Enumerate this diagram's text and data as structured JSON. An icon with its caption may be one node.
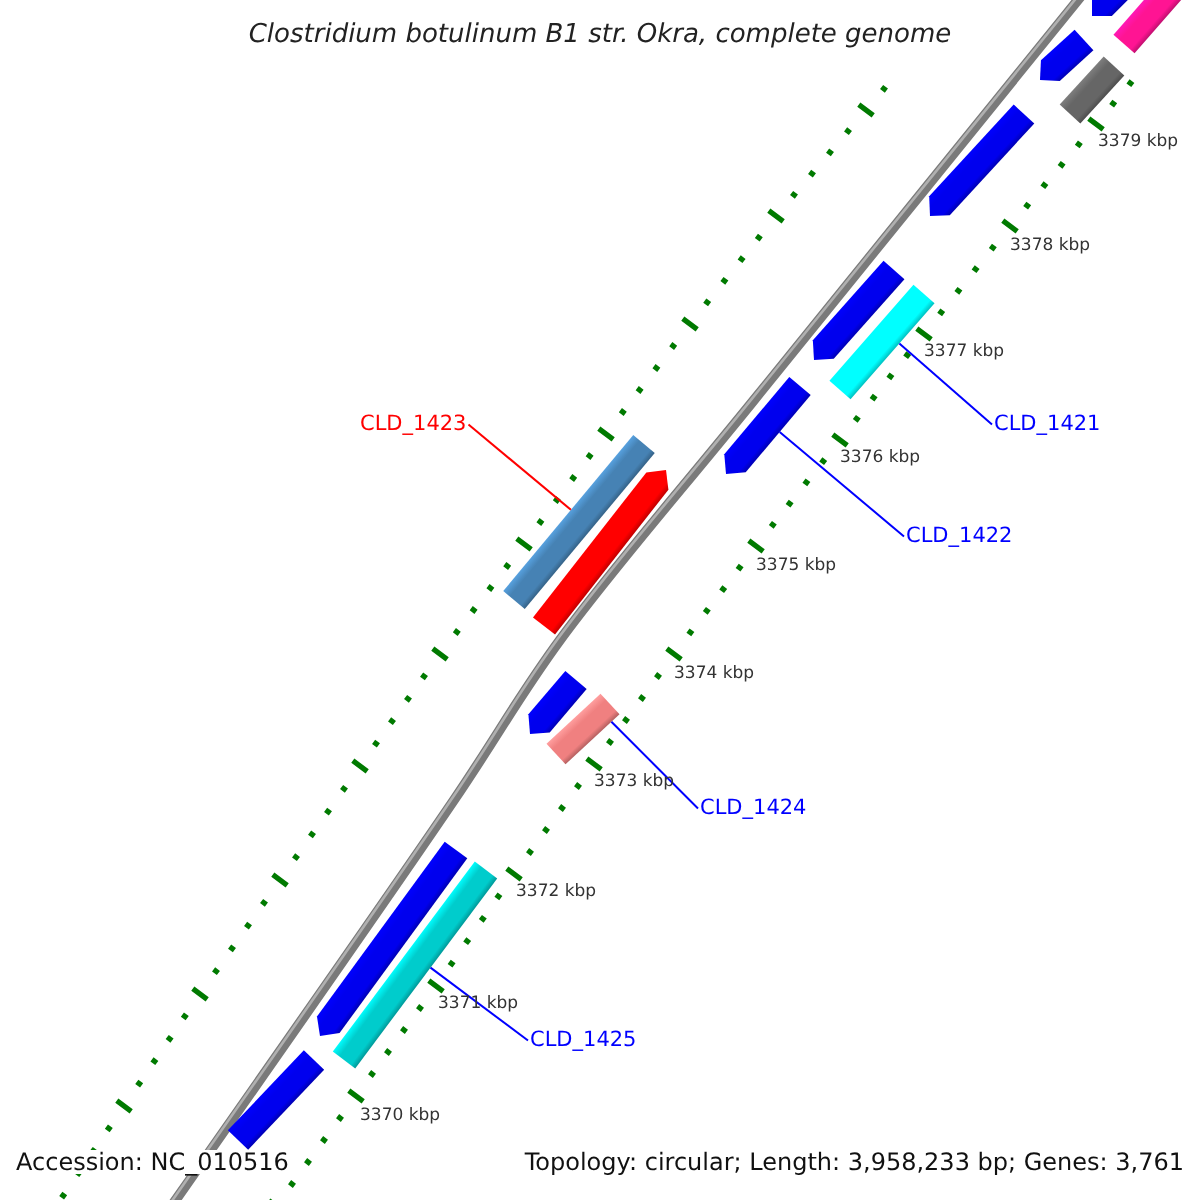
{
  "diagram": {
    "title": "Clostridium botulinum B1 str. Okra, complete genome",
    "nodes": [
      {
        "text": [
          "CLD_1421"
        ]
      },
      {
        "text": [
          "CLD_1423"
        ]
      },
      {
        "text": [
          "CLD_1422"
        ]
      },
      {
        "text": [
          "CLD_1424"
        ]
      },
      {
        "text": [
          "CLD_1425"
        ]
      },
      {
        "text": [],
        "shape": "bar"
      },
      {
        "text": [],
        "shape": "pentagon"
      },
      {
        "text": [],
        "shape": "pentagon"
      },
      {
        "text": [],
        "shape": "bar"
      },
      {
        "text": [],
        "shape": "pentagon"
      },
      {
        "text": [],
        "shape": "pentagon"
      },
      {
        "text": [],
        "shape": "bar"
      },
      {
        "text": [],
        "shape": "pentagon"
      },
      {
        "text": [],
        "shape": "bar"
      },
      {
        "text": [],
        "shape": "pentagon"
      },
      {
        "text": [],
        "shape": "pentagon"
      },
      {
        "text": [],
        "shape": "bar"
      },
      {
        "text": [],
        "shape": "pentagon"
      },
      {
        "text": [],
        "shape": "bar"
      },
      {
        "text": [],
        "shape": "bar"
      }
    ],
    "edges": [
      {
        "from": 0,
        "to": 11,
        "arrow": "none"
      },
      {
        "from": 1,
        "to": 13,
        "arrow": "none",
        "color": "#ff0000"
      },
      {
        "from": 2,
        "to": 12,
        "arrow": "none"
      },
      {
        "from": 3,
        "to": 16,
        "arrow": "none"
      },
      {
        "from": 4,
        "to": 18,
        "arrow": "none"
      }
    ],
    "labels": [
      "3379 kbp",
      "3378 kbp",
      "3377 kbp",
      "3376 kbp",
      "3375 kbp",
      "3374 kbp",
      "3373 kbp",
      "3372 kbp",
      "3371 kbp",
      "3370 kbp",
      "Accession: NC_010516",
      "Topology: circular; Length: 3,958,233 bp; Genes: 3,761"
    ]
  }
}
